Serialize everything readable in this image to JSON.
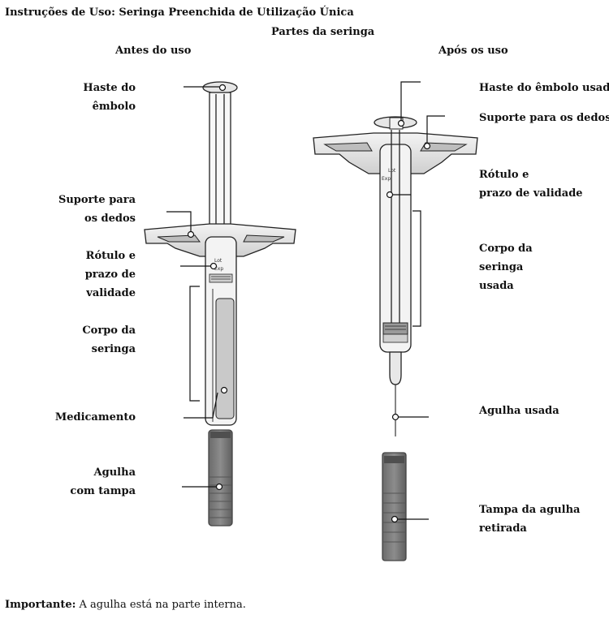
{
  "title": "Instruções de Uso: Seringa Preenchida de Utilização Única",
  "subtitle": "Partes da seringa",
  "columns": {
    "before": "Antes do uso",
    "after": "Após os uso"
  },
  "labels_before": {
    "plunger_rod": [
      "Haste do",
      "êmbolo"
    ],
    "finger_grip": [
      "Suporte para",
      "os dedos"
    ],
    "label_expiry": [
      "Rótulo e",
      "prazo de",
      "validade"
    ],
    "barrel": [
      "Corpo da",
      "seringa"
    ],
    "medicine": "Medicamento",
    "needle_cap": [
      "Agulha",
      "com tampa"
    ]
  },
  "labels_after": {
    "used_plunger": "Haste do êmbolo usada",
    "finger_grip": "Suporte para os dedos",
    "label_expiry": [
      "Rótulo e",
      "prazo de validade"
    ],
    "used_barrel": [
      "Corpo da",
      "seringa",
      "usada"
    ],
    "used_needle": "Agulha usada",
    "removed_cap": [
      "Tampa da agulha",
      "retirada"
    ]
  },
  "syringe_text": {
    "lot": "Lot",
    "exp": "Exp"
  },
  "footer": {
    "bold": "Importante:",
    "text": " A agulha está na parte interna."
  }
}
